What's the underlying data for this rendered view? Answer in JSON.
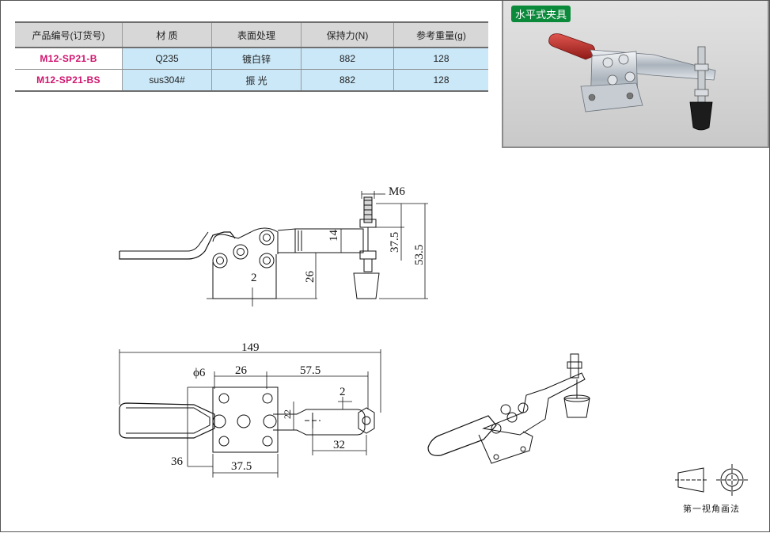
{
  "spec_table": {
    "headers": [
      "产品编号(订货号)",
      "材  质",
      "表面处理",
      "保持力(N)",
      "参考重量(g)"
    ],
    "rows": [
      {
        "model": "M12-SP21-B",
        "material": "Q235",
        "finish": "镀白锌",
        "holding_force": "882",
        "weight": "128"
      },
      {
        "model": "M12-SP21-BS",
        "material": "sus304#",
        "finish": "振  光",
        "holding_force": "882",
        "weight": "128"
      }
    ]
  },
  "photo": {
    "label": "水平式夹具"
  },
  "dimensions": {
    "m6": "M6",
    "d14": "14",
    "d37_5_side": "37.5",
    "d53_5": "53.5",
    "d26_side": "26",
    "d2_side": "2",
    "d149": "149",
    "phi6": "ϕ6",
    "d26_top": "26",
    "d57_5": "57.5",
    "d2_top": "2",
    "d22": "22",
    "d32": "32",
    "d36": "36",
    "d37_5_top": "37.5"
  },
  "projection": {
    "label": "第一视角画法"
  },
  "colors": {
    "model_text": "#d0146e",
    "value_cell": "#cbe8f8",
    "header_cell": "#d7d7d7",
    "photo_label": "#0c8a3c"
  }
}
